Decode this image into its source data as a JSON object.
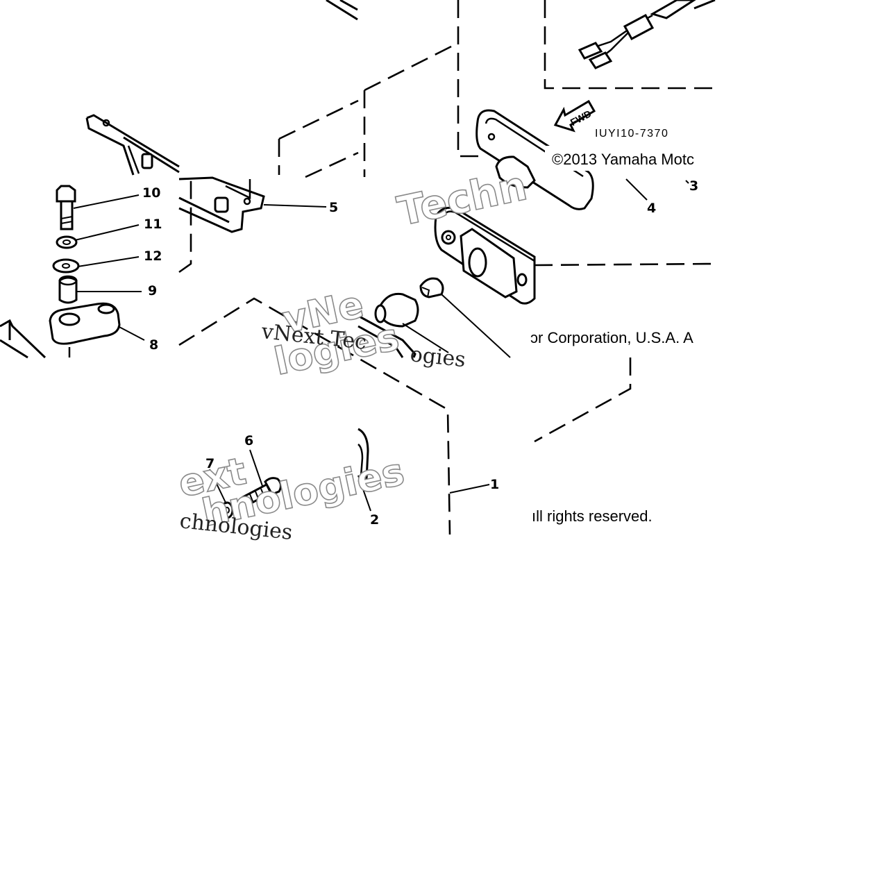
{
  "diagram": {
    "copyright_line1": "©2013 Yamaha Motc",
    "copyright_line2": "ɔr Corporation, U.S.A. A",
    "copyright_line3": "ıll rights reserved.",
    "part_code": "IUYI10-7370",
    "direction_label": "FWD",
    "callouts": [
      "1",
      "2",
      "3",
      "4",
      "5",
      "6",
      "7",
      "8",
      "9",
      "10",
      "11",
      "12"
    ]
  },
  "watermark": {
    "word_techn": "Techn",
    "word_vnext_tech": "vNext Tec",
    "word_ogies": "ogies",
    "word_vn": "vNe",
    "word_ext": "ext",
    "word_technologies_outline": "hnologies",
    "word_chnologies": "chnologies",
    "word_logies": "logies"
  }
}
